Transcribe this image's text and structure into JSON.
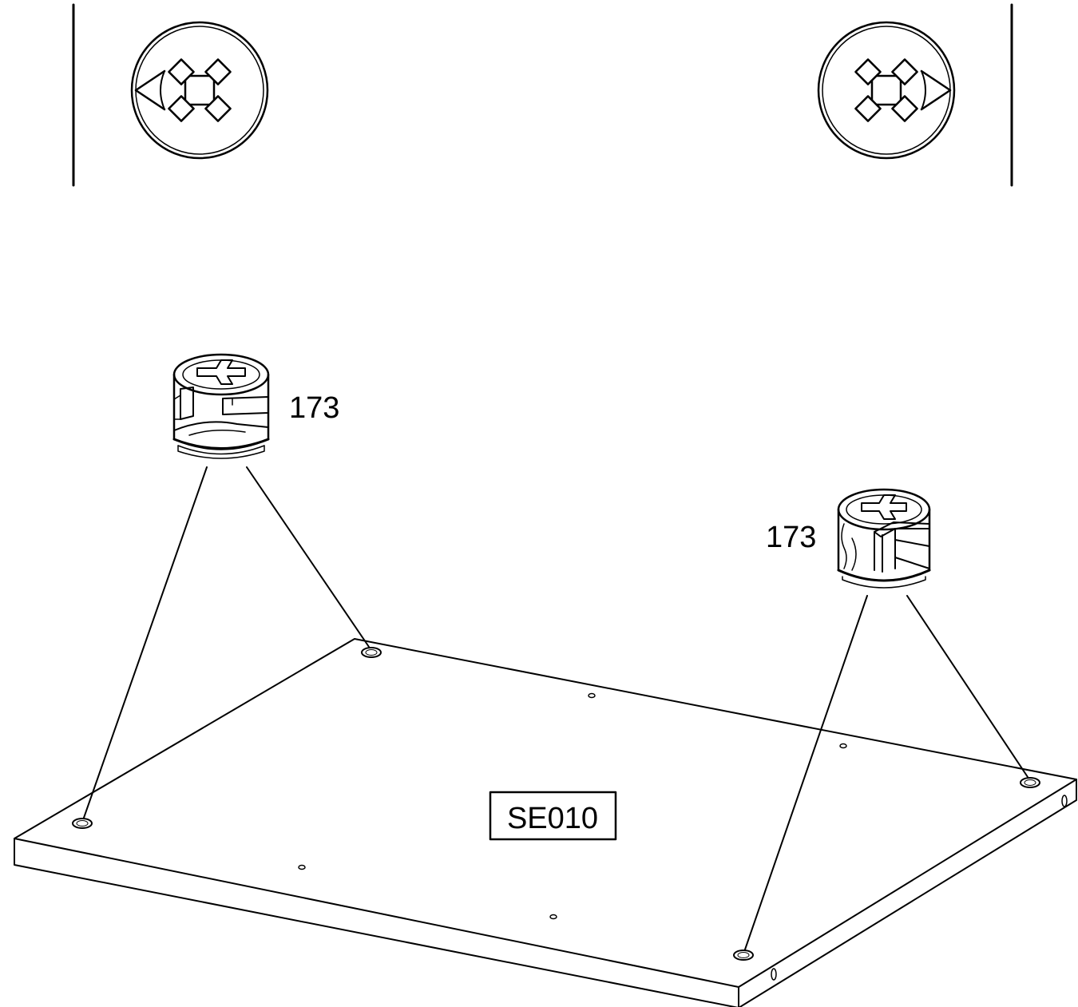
{
  "drawing": {
    "part_number_label": "173",
    "panel_code": "SE010",
    "colors": {
      "ink": "#000000",
      "paper": "#ffffff"
    },
    "icons": [
      "cam-lock-orientation-icon-left",
      "cam-lock-orientation-icon-right",
      "cam-lock-fitting-icon"
    ]
  }
}
